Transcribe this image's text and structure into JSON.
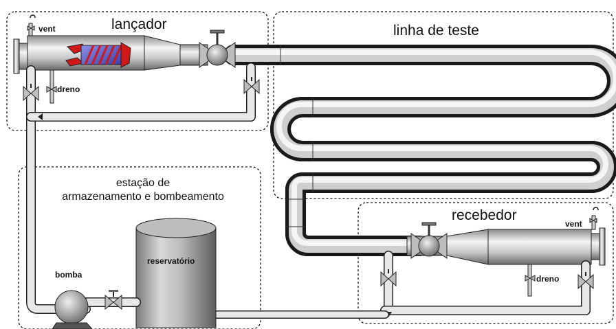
{
  "labels": {
    "launcher": "lançador",
    "test_line": "linha de teste",
    "station_line1": "estação de",
    "station_line2": "armazenamento e bombeamento",
    "receiver": "recebedor",
    "vent_launcher": "vent",
    "drain_launcher": "dreno",
    "vent_receiver": "vent",
    "drain_receiver": "dreno",
    "pump": "bomba",
    "reservoir": "reservatório"
  },
  "colors": {
    "pipe_light": "#f2f2f2",
    "pipe_mid": "#c4c4c4",
    "pipe_dark": "#5a5a5a",
    "pig_red": "#d01818",
    "pig_blue": "#5a5fd0",
    "border": "#111111"
  }
}
